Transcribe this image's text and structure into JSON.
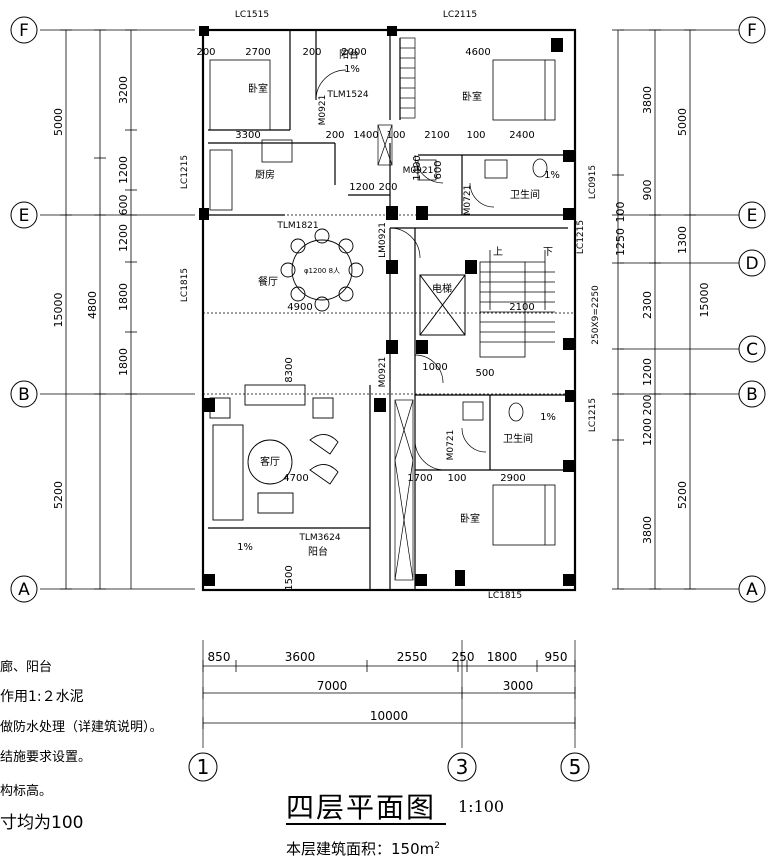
{
  "drawing": {
    "title": "四层平面图",
    "scale": "1:100",
    "area_label": "本层建筑面积：",
    "area_value": "150m",
    "area_sup": "2"
  },
  "notes": [
    "廊、阳台",
    "作用1:２水泥",
    "做防水处理（详建筑说明）。",
    "结施要求设置。",
    "构标高。",
    "寸均为100"
  ],
  "axes": {
    "F": "F",
    "E": "E",
    "D": "D",
    "C": "C",
    "B": "B",
    "A": "A",
    "c1": "1",
    "c3": "3",
    "c5": "5"
  },
  "rooms": {
    "bedroom_nw": "卧室",
    "balcony_n": "阳台",
    "bedroom_ne": "卧室",
    "kitchen": "厨房",
    "bath_e": "卫生间",
    "dining": "餐厅",
    "elevator": "电梯",
    "living": "客厅",
    "bath_se": "卫生间",
    "bedroom_se": "卧室",
    "balcony_s": "阳台",
    "up": "上",
    "down": "下",
    "table": "φ1200 8人"
  },
  "openings": {
    "lc1515": "LC1515",
    "lc2115": "LC2115",
    "tlm1524": "TLM1524",
    "m0921a": "M0921",
    "m0921b": "M0921",
    "m0921c": "M0921",
    "lm0921": "LM0921",
    "m0721a": "M0721",
    "m0721b": "M0721",
    "lc0915": "LC0915",
    "lc1215a": "LC1215",
    "lc1215b": "LC1215",
    "lc1215c": "LC1215",
    "lc1815a": "LC1815",
    "lc1815b": "LC1815",
    "tlm1821": "TLM1821",
    "tlm3624": "TLM3624",
    "stair": "250X9=2250"
  },
  "dims_left_outer": [
    "5000",
    "15000",
    "5200"
  ],
  "dims_left_mid": [
    "3200",
    "1200",
    "600",
    "1200",
    "4800",
    "1800",
    "1800"
  ],
  "dims_right_inner": [
    "3800",
    "900",
    "100",
    "1250",
    "2300",
    "1200",
    "200",
    "1200",
    "3800"
  ],
  "dims_right_outer": [
    "5000",
    "1300",
    "15000",
    "5200"
  ],
  "dims_bottom_1": [
    "850",
    "3600",
    "2550",
    "250",
    "1800",
    "950"
  ],
  "dims_bottom_2": [
    "7000",
    "3000"
  ],
  "dims_bottom_3": [
    "10000"
  ],
  "interior_dims": [
    "200",
    "2700",
    "200",
    "2000",
    "4600",
    "200",
    "1400",
    "100",
    "2100",
    "100",
    "2400",
    "1200",
    "200",
    "4900",
    "8300",
    "4700",
    "1700",
    "100",
    "2900",
    "1500",
    "1000",
    "500",
    "2100",
    "3300",
    "1400",
    "600"
  ],
  "slope_marks": [
    "1%",
    "1%",
    "1%",
    "1%"
  ],
  "colors": {
    "line": "#000000",
    "grid": "#000000",
    "background": "#ffffff"
  }
}
